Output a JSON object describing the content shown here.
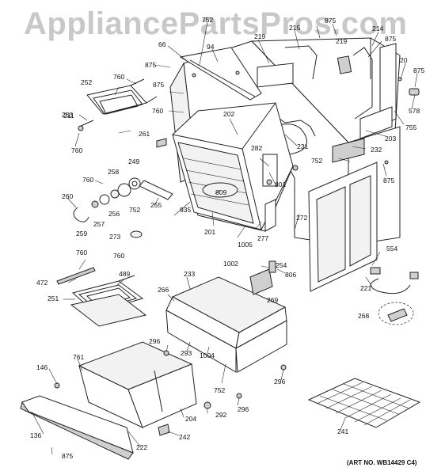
{
  "watermark": "AppliancePartsPros.com",
  "art_no": "(ART NO. WB14429 C4)",
  "parts": [
    "752",
    "66",
    "94",
    "875",
    "219",
    "215",
    "875",
    "219",
    "214",
    "875",
    "20",
    "875",
    "252",
    "760",
    "875",
    "211",
    "760",
    "253",
    "202",
    "760",
    "261",
    "282",
    "231",
    "755",
    "203",
    "232",
    "578",
    "760",
    "258",
    "249",
    "752",
    "801",
    "875",
    "260",
    "256",
    "809",
    "255",
    "752",
    "935",
    "272",
    "257",
    "259",
    "201",
    "277",
    "273",
    "1005",
    "760",
    "760",
    "1002",
    "554",
    "254",
    "806",
    "472",
    "489",
    "233",
    "269",
    "251",
    "266",
    "221",
    "268",
    "296",
    "293",
    "1004",
    "146",
    "761",
    "296",
    "752",
    "292",
    "296",
    "204",
    "136",
    "222",
    "242",
    "241",
    "875"
  ]
}
